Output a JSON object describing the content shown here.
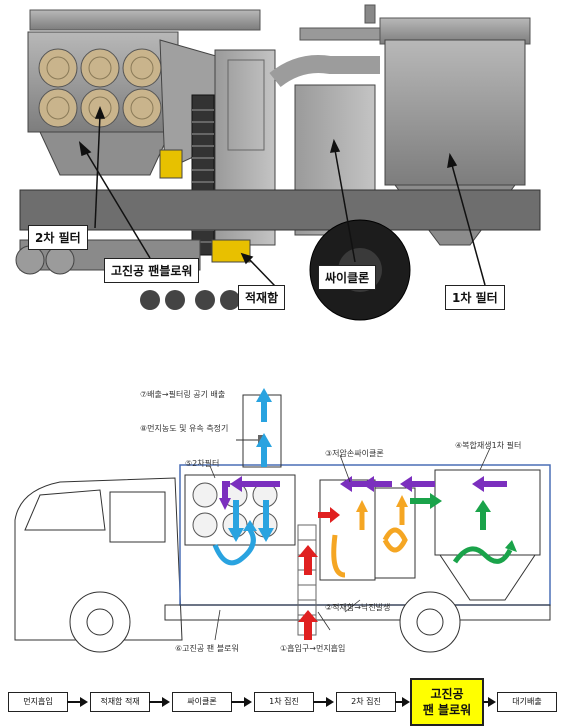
{
  "top_labels": {
    "filter2": "2차 필터",
    "fan_blower": "고진공 팬블로워",
    "hopper": "적재함",
    "cyclone": "싸이클론",
    "filter1": "1차 필터"
  },
  "diagram_labels": {
    "exhaust": "⑦배출→필터링 공기 배출",
    "measure": "⑧먼지농도 및 유속 측정기",
    "filter2": "⑤2차필터",
    "cyclone": "③저압손싸이클론",
    "filter1": "④복합재생1차 필터",
    "inlet": "①흡입구→먼지흡입",
    "hopper": "②적재함→낙진발생",
    "fan": "⑥고진공 팬 블로워"
  },
  "process_flow": {
    "steps": [
      "먼지흡입",
      "적재함 적재",
      "싸이클론",
      "1차 집진",
      "2차 집진",
      "고진공",
      "팬 블로워",
      "대기배출"
    ]
  },
  "colors": {
    "blue": "#29a3e0",
    "purple": "#7b2fbe",
    "orange": "#f5a623",
    "red": "#e02020",
    "green": "#1aa34a",
    "highlight": "#ffff00"
  }
}
